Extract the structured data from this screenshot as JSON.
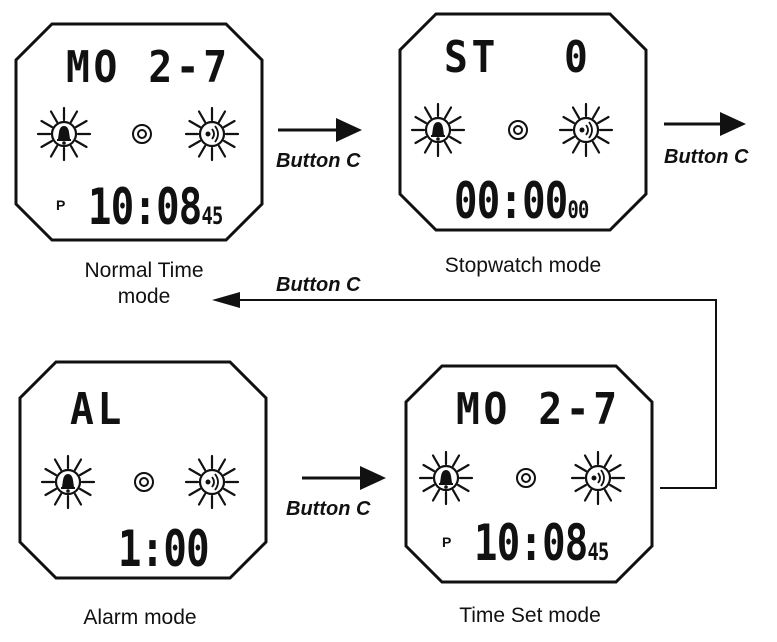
{
  "panels": {
    "normal": {
      "top_text": "MO 2-7",
      "indicator": "P",
      "time_main": "10:08",
      "time_sup": "45",
      "caption_line1": "Normal Time",
      "caption_line2": "mode"
    },
    "stopwatch": {
      "top_left": "ST",
      "top_right": "0",
      "time_main": "00:00",
      "time_sup": "00",
      "caption": "Stopwatch mode"
    },
    "alarm": {
      "top_text": "AL",
      "time_main": "1:00",
      "caption": "Alarm mode"
    },
    "timeset": {
      "top_text": "MO 2-7",
      "indicator": "P",
      "time_main": "10:08",
      "time_sup": "45",
      "caption": "Time Set mode"
    }
  },
  "arrows": {
    "normal_to_stopwatch": "Button C",
    "stopwatch_to_next": "Button C",
    "return_to_normal": "Button C",
    "alarm_to_timeset": "Button C"
  },
  "icons": [
    "alarm-bell-icon",
    "center-dot-icon",
    "chime-sound-icon"
  ],
  "colors": {
    "ink": "#111111",
    "background": "#ffffff"
  }
}
